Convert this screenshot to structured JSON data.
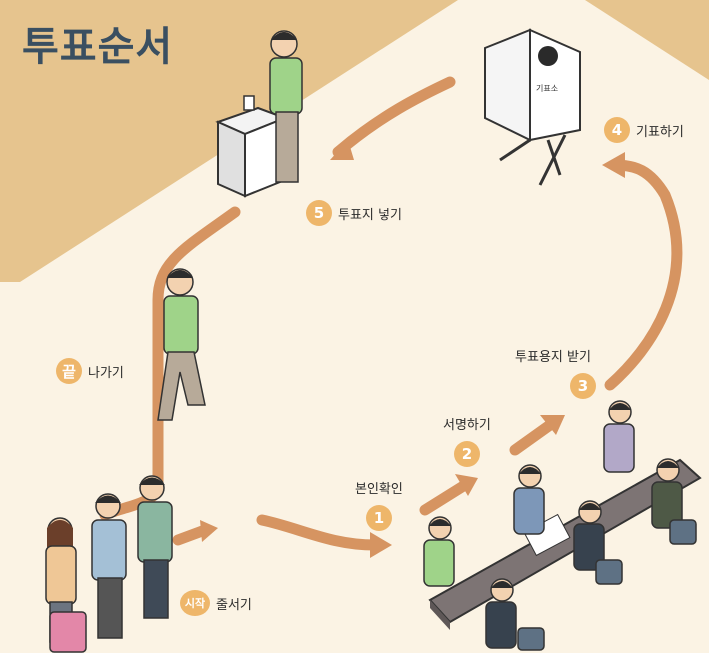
{
  "title": "투표순서",
  "steps": [
    {
      "badge": "시작",
      "label": "줄서기"
    },
    {
      "badge": "1",
      "label": "본인확인"
    },
    {
      "badge": "2",
      "label": "서명하기"
    },
    {
      "badge": "3",
      "label": "투표용지 받기"
    },
    {
      "badge": "4",
      "label": "기표하기"
    },
    {
      "badge": "5",
      "label": "투표지 넣기"
    },
    {
      "badge": "끝",
      "label": "나가기"
    }
  ],
  "booth_sign": "기표소",
  "colors": {
    "background_light": "#fbf3e4",
    "background_band": "#e6c48e",
    "path": "#d69461",
    "badge": "#eeb66a",
    "title": "#3a4f61"
  }
}
